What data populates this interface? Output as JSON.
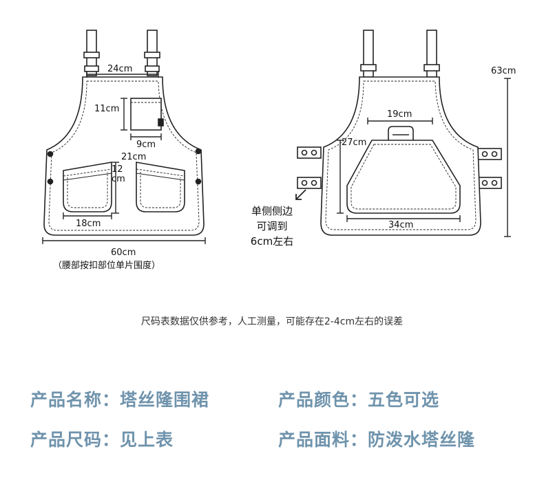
{
  "front": {
    "dim_top_width": "24cm",
    "dim_pocket_height": "11cm",
    "dim_pocket_width": "9cm",
    "dim_lower_pocket_width": "21cm",
    "dim_lower_pocket_height_a": "12",
    "dim_lower_pocket_height_b": "cm",
    "dim_bottom_pocket_width": "18cm",
    "dim_total_width": "60cm",
    "dim_total_width_note": "（腰部按扣部位单片围度）"
  },
  "back": {
    "dim_total_height": "63cm",
    "dim_handle_width": "19cm",
    "dim_panel_height": "27cm",
    "dim_panel_width": "34cm",
    "side_note_lines": [
      "单侧侧边",
      "可调到",
      "6cm左右"
    ]
  },
  "disclaimer": "尺码表数据仅供参考，人工测量，可能存在2-4cm左右的误差",
  "info": {
    "name": "产品名称：塔丝隆围裙",
    "color": "产品颜色：五色可选",
    "size": "产品尺码：见上表",
    "fabric": "产品面料：防泼水塔丝隆"
  },
  "colors": {
    "info_text": "#6f93ac"
  }
}
